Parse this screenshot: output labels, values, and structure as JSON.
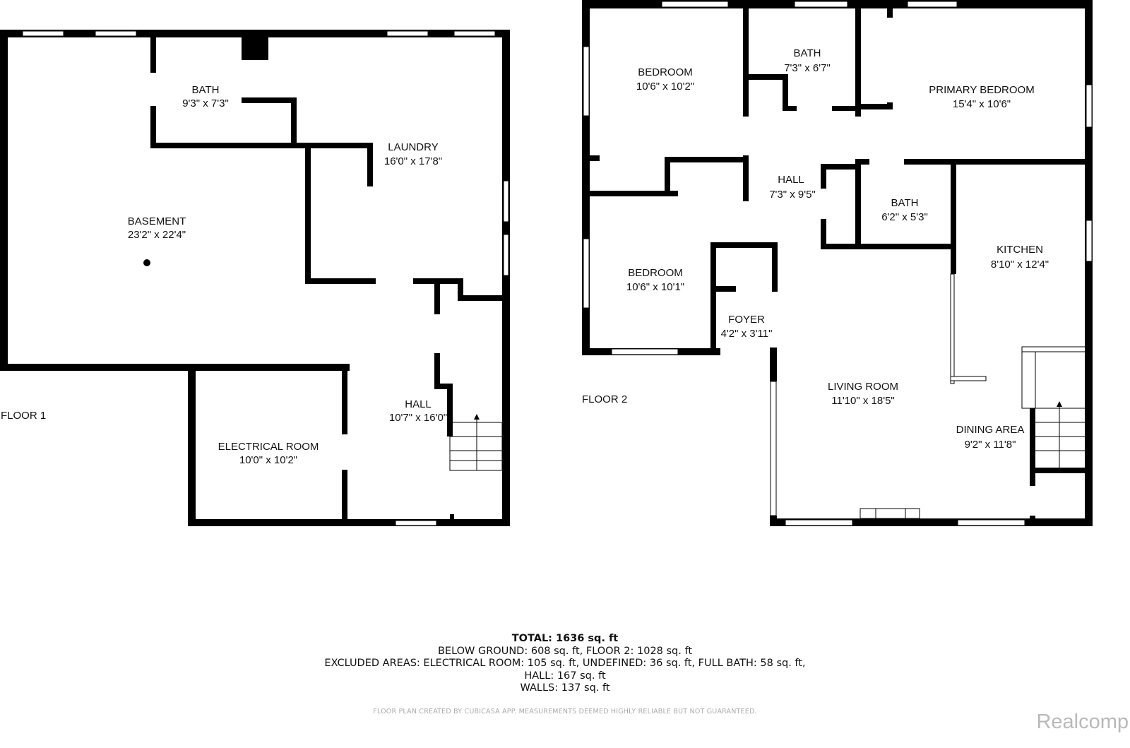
{
  "floors": [
    {
      "label": "FLOOR 1",
      "rooms": [
        {
          "name": "BATH",
          "dims": "9'3\" x 7'3\""
        },
        {
          "name": "LAUNDRY",
          "dims": "16'0\" x 17'8\""
        },
        {
          "name": "BASEMENT",
          "dims": "23'2\" x 22'4\""
        },
        {
          "name": "ELECTRICAL ROOM",
          "dims": "10'0\" x 10'2\""
        },
        {
          "name": "HALL",
          "dims": "10'7\" x 16'0\""
        }
      ]
    },
    {
      "label": "FLOOR 2",
      "rooms": [
        {
          "name": "BEDROOM",
          "dims": "10'6\" x 10'2\""
        },
        {
          "name": "BATH",
          "dims": "7'3\" x 6'7\""
        },
        {
          "name": "PRIMARY BEDROOM",
          "dims": "15'4\" x 10'6\""
        },
        {
          "name": "HALL",
          "dims": "7'3\" x 9'5\""
        },
        {
          "name": "BATH",
          "dims": "6'2\" x 5'3\""
        },
        {
          "name": "KITCHEN",
          "dims": "8'10\" x 12'4\""
        },
        {
          "name": "BEDROOM",
          "dims": "10'6\" x 10'1\""
        },
        {
          "name": "FOYER",
          "dims": "4'2\" x 3'11\""
        },
        {
          "name": "LIVING ROOM",
          "dims": "11'10\" x 18'5\""
        },
        {
          "name": "DINING AREA",
          "dims": "9'2\" x 11'8\""
        }
      ]
    }
  ],
  "summary": {
    "total": "TOTAL: 1636 sq. ft",
    "line1": "BELOW GROUND: 608 sq. ft, FLOOR 2: 1028 sq. ft",
    "line2": "EXCLUDED AREAS: ELECTRICAL ROOM: 105 sq. ft, UNDEFINED: 36 sq. ft, FULL BATH: 58 sq. ft,",
    "line3": "HALL: 167 sq. ft",
    "line4": "WALLS: 137 sq. ft"
  },
  "disclaimer": "FLOOR PLAN CREATED BY CUBICASA APP. MEASUREMENTS DEEMED HIGHLY RELIABLE BUT NOT GUARANTEED.",
  "brand": "Realcomp",
  "colors": {
    "wall": "#000000",
    "background": "#ffffff",
    "watermark": "#b9b9b9"
  }
}
